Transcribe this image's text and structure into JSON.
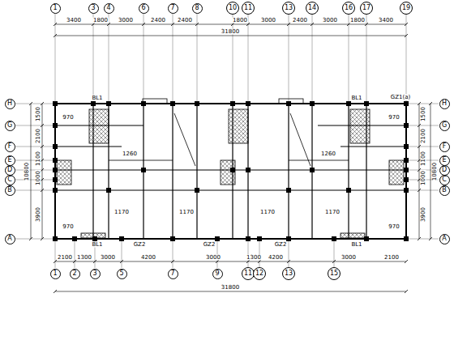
{
  "diagram": {
    "nodes": [
      {
        "text": [
          "1"
        ]
      },
      {
        "text": [
          "3"
        ]
      },
      {
        "text": [
          "4"
        ]
      },
      {
        "text": [
          "6"
        ]
      },
      {
        "text": [
          "7"
        ]
      },
      {
        "text": [
          "8"
        ]
      },
      {
        "text": [
          "10"
        ]
      },
      {
        "text": [
          "11"
        ]
      },
      {
        "text": [
          "13"
        ]
      },
      {
        "text": [
          "14"
        ]
      },
      {
        "text": [
          "16"
        ]
      },
      {
        "text": [
          "17"
        ]
      },
      {
        "text": [
          "19"
        ]
      },
      {
        "text": [
          "H"
        ]
      },
      {
        "text": [
          "G"
        ]
      },
      {
        "text": [
          "F"
        ]
      },
      {
        "text": [
          "E"
        ]
      },
      {
        "text": [
          "D"
        ]
      },
      {
        "text": [
          "C"
        ]
      },
      {
        "text": [
          "B"
        ]
      },
      {
        "text": [
          "A"
        ]
      },
      {
        "text": [
          "H"
        ]
      },
      {
        "text": [
          "G"
        ]
      },
      {
        "text": [
          "F"
        ]
      },
      {
        "text": [
          "E"
        ]
      },
      {
        "text": [
          "D"
        ]
      },
      {
        "text": [
          "C"
        ]
      },
      {
        "text": [
          "B"
        ]
      },
      {
        "text": [
          "A"
        ]
      },
      {
        "text": [
          "1"
        ]
      },
      {
        "text": [
          "2"
        ]
      },
      {
        "text": [
          "3"
        ]
      },
      {
        "text": [
          "5"
        ]
      },
      {
        "text": [
          "7"
        ]
      },
      {
        "text": [
          "9"
        ]
      },
      {
        "text": [
          "11"
        ]
      },
      {
        "text": [
          "12"
        ]
      },
      {
        "text": [
          "13"
        ]
      },
      {
        "text": [
          "15"
        ]
      }
    ],
    "labels": [
      "3400",
      "1800",
      "3000",
      "2400",
      "2400",
      "1800",
      "3000",
      "2400",
      "3000",
      "1800",
      "3400",
      "31800",
      "2100",
      "1300",
      "3000",
      "4200",
      "3000",
      "1300",
      "4200",
      "3000",
      "2100",
      "31800",
      "1500",
      "2100",
      "1100",
      "1000",
      "3900",
      "10800",
      "1500",
      "2100",
      "1100",
      "1000",
      "3900",
      "10800",
      "BL1",
      "BL1",
      "BL1",
      "BL1",
      "GZ1(a)",
      "GZ2",
      "GZ2",
      "GZ2",
      "970",
      "970",
      "970",
      "970",
      "1170",
      "1170",
      "1170",
      "1170",
      "1260",
      "1260"
    ]
  }
}
